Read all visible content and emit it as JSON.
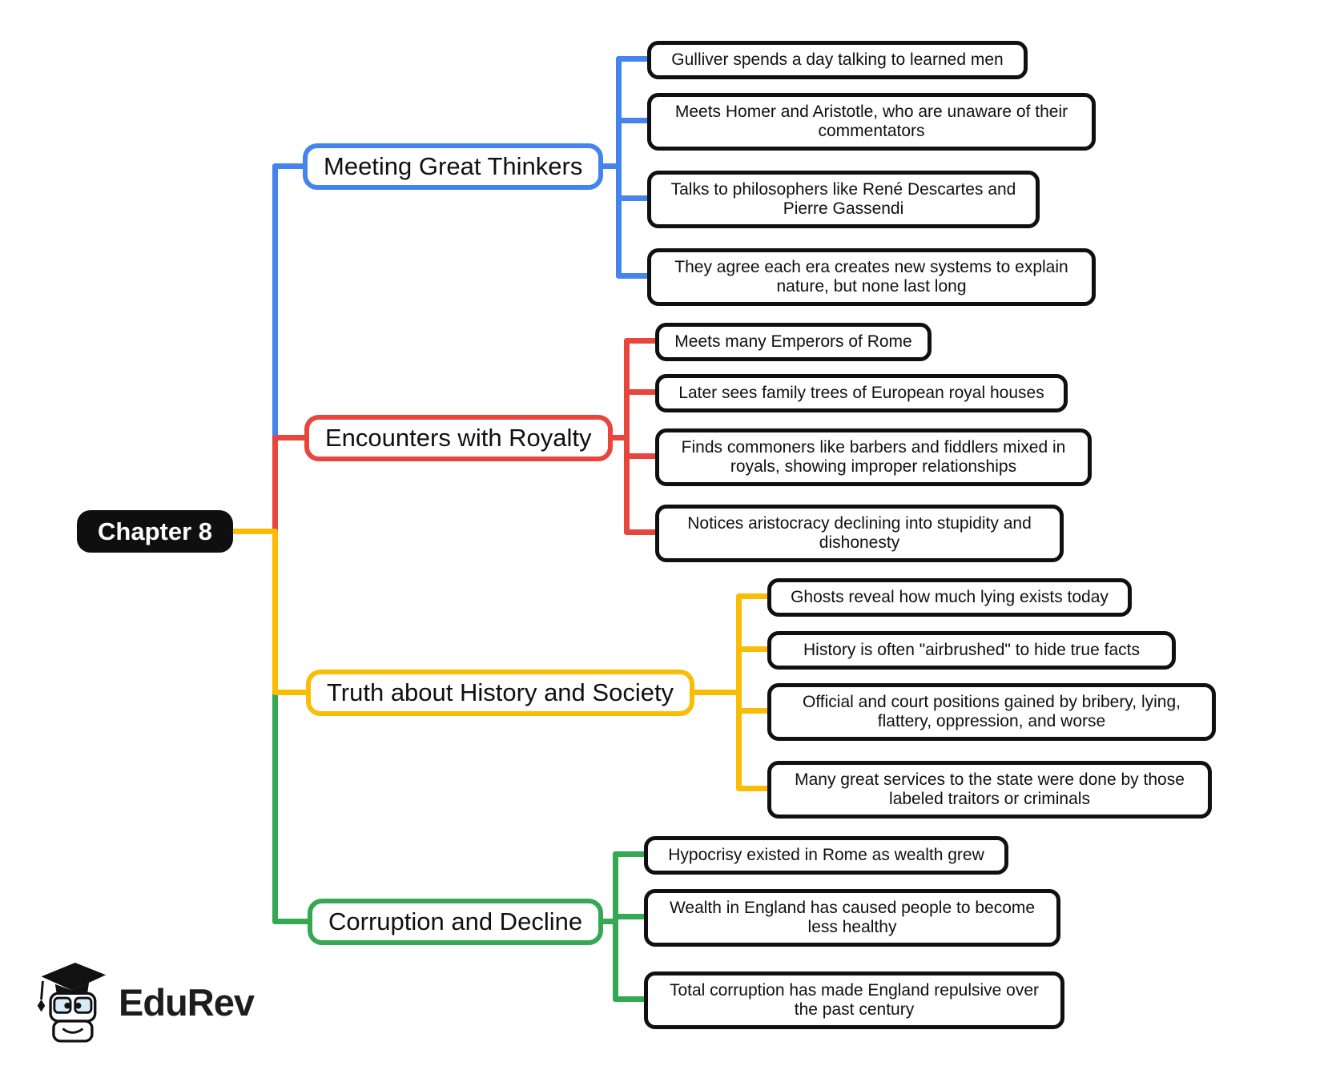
{
  "root": {
    "label": "Chapter 8",
    "bg_color": "#0f0f0f",
    "text_color": "#ffffff"
  },
  "branches": [
    {
      "label": "Meeting Great Thinkers",
      "color": "#4584ec",
      "children": [
        "Gulliver spends a day talking to learned men",
        "Meets Homer and Aristotle, who are unaware of their commentators",
        "Talks to philosophers like René Descartes and Pierre Gassendi",
        "They agree each era creates new systems to explain nature, but none last long"
      ]
    },
    {
      "label": "Encounters with Royalty",
      "color": "#e8463c",
      "children": [
        "Meets many Emperors of Rome",
        "Later sees family trees of European royal houses",
        "Finds commoners like barbers and fiddlers mixed in royals, showing improper relationships",
        "Notices aristocracy declining into stupidity and dishonesty"
      ]
    },
    {
      "label": "Truth about History and Society",
      "color": "#fbbc05",
      "children": [
        "Ghosts reveal how much lying exists today",
        "History is often \"airbrushed\" to hide true facts",
        "Official and court positions gained by bribery, lying, flattery, oppression, and worse",
        "Many great services to the state were done by those labeled traitors or criminals"
      ]
    },
    {
      "label": "Corruption and Decline",
      "color": "#34a853",
      "children": [
        "Hypocrisy existed in Rome as wealth grew",
        "Wealth in England has caused people to become less healthy",
        "Total corruption has made England repulsive over the past century"
      ]
    }
  ],
  "logo": {
    "text": "EduRev"
  }
}
